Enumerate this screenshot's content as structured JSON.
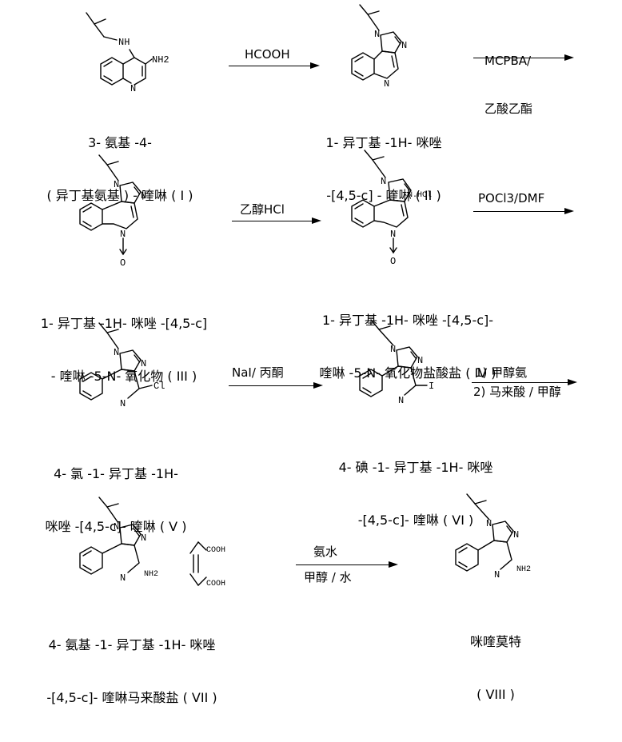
{
  "compounds": {
    "c1": {
      "line1": "3- 氨基 -4-",
      "line2": "( 异丁基氨基 ) - 喹啉 ( I )"
    },
    "c2": {
      "line1": "1- 异丁基 -1H- 咪唑",
      "line2": "-[4,5-c] - 喹啉 ( II )"
    },
    "c3": {
      "line1": "1- 异丁基 -1H- 咪唑 -[4,5-c]",
      "line2": "- 喹啉 -5-N- 氧化物 ( III )"
    },
    "c4": {
      "line1": "1- 异丁基 -1H- 咪唑 -[4,5-c]-",
      "line2": "喹啉 -5-N- 氧化物盐酸盐 ( IV )"
    },
    "c5": {
      "line1": "4- 氯 -1- 异丁基 -1H-",
      "line2": "咪唑 -[4,5-c]- 喹啉 ( V )"
    },
    "c6": {
      "line1": "4- 碘 -1- 异丁基 -1H- 咪唑",
      "line2": "-[4,5-c]- 喹啉 ( VI )"
    },
    "c7": {
      "line1": "4- 氨基 -1- 异丁基 -1H- 咪唑",
      "line2": "-[4,5-c]- 喹啉马来酸盐 ( VII )"
    },
    "c8": {
      "line1": "咪喹莫特",
      "line2": "( VIII )"
    }
  },
  "reagents": {
    "r1": {
      "above": "HCOOH",
      "below": ""
    },
    "r2": {
      "above": "MCPBA/",
      "above2": "乙酸乙酯"
    },
    "r3": {
      "above": "乙醇HCl",
      "below": ""
    },
    "r4": {
      "above": "POCl3/DMF",
      "below": ""
    },
    "r5": {
      "above": "NaI/ 丙酮",
      "below": ""
    },
    "r6": {
      "above": "1) 甲醇氨",
      "below": "2) 马来酸 / 甲醇"
    },
    "r7": {
      "above": "氨水",
      "below": "甲醇 / 水"
    }
  },
  "atoms": {
    "nh": "NH",
    "nh2": "NH2",
    "n": "N",
    "o": "O",
    "hcl": "N.HCl",
    "cl": "Cl",
    "i": "I",
    "cooh": "COOH"
  }
}
